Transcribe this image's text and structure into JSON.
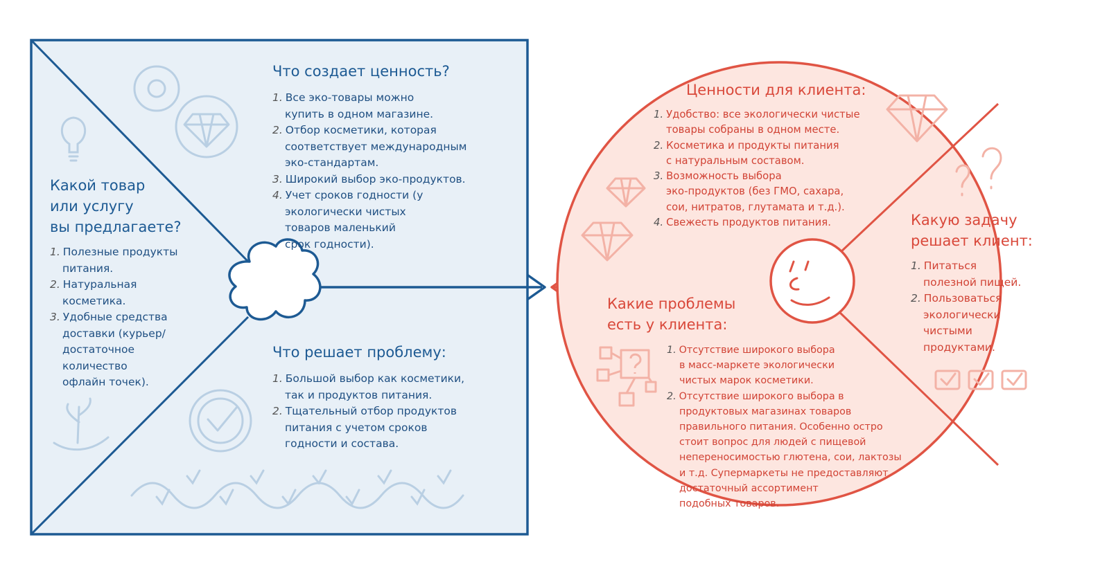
{
  "colors": {
    "blue_stroke": "#1d5a93",
    "blue_fill": "#e8f0f7",
    "blue_icon": "#b9cfe3",
    "red_stroke": "#e05444",
    "red_fill": "#fde6e0",
    "red_icon": "#f3b2a6"
  },
  "product": {
    "offer": {
      "title_lines": [
        "Какой товар",
        "или услугу",
        "вы предлагаете?"
      ],
      "items": [
        "Полезные продукты\nпитания.",
        "Натуральная\nкосметика.",
        "Удобные средства\nдоставки (курьер/\nдостаточное\nколичество\nофлайн точек)."
      ]
    },
    "value_creators": {
      "title": "Что создает ценность?",
      "items": [
        "Все эко-товары можно\nкупить в одном магазине.",
        "Отбор косметики, которая\nсоответствует международным\nэко-стандартам.",
        "Широкий выбор эко-продуктов.",
        "Учет сроков годности (у\nэкологически чистых\nтоваров маленький\nсрок годности)."
      ]
    },
    "pain_relievers": {
      "title": "Что решает проблему:",
      "items": [
        "Большой выбор как косметики,\nтак и продуктов питания.",
        "Тщательный отбор продуктов\nпитания с учетом сроков\nгодности и состава."
      ]
    }
  },
  "customer": {
    "gains": {
      "title": "Ценности для клиента:",
      "items": [
        "Удобство: все экологически чистые\nтовары собраны в одном месте.",
        "Косметика и продукты питания\nс натуральным составом.",
        "Возможность выбора\nэко-продуктов (без ГМО, сахара,\nсои, нитратов, глутамата и т.д.).",
        "Свежесть продуктов питания."
      ]
    },
    "jobs": {
      "title_lines": [
        "Какую задачу",
        "решает клиент:"
      ],
      "items": [
        "Питаться\nполезной пищей.",
        "Пользоваться\nэкологически\nчистыми\nпродуктами."
      ]
    },
    "pains": {
      "title_lines": [
        "Какие проблемы",
        "есть у клиента:"
      ],
      "items": [
        "Отсутствие широкого выбора\nв масс-маркете экологически\nчистых марок косметики.",
        "Отсутствие широкого выбора в\nпродуктовых магазинах товаров\nправильного питания. Особенно остро\nстоит вопрос для людей с пищевой\nнепереносимостью глютена, сои, лактозы\nи т.д. Супермаркеты не предоставляют\nдостаточный ассортимент\nподобных товаров."
      ]
    }
  }
}
